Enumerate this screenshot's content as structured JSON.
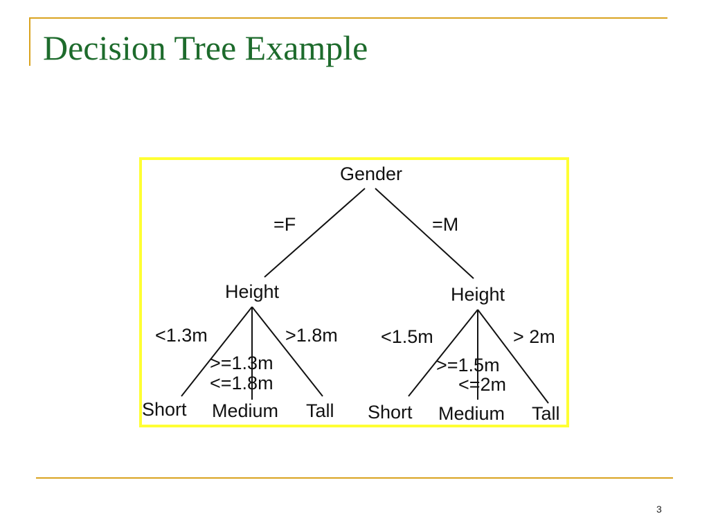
{
  "slide": {
    "title": "Decision Tree Example",
    "page_number": "3",
    "accent_color": "#d9a31f",
    "title_color": "#1d6b2c",
    "frame_color": "#ffff33"
  },
  "tree": {
    "root": "Gender",
    "left_branch": {
      "edge_label": "=F",
      "node": "Height",
      "children": [
        {
          "edge_label": "<1.3m",
          "leaf": "Short"
        },
        {
          "edge_label_line1": ">=1.3m",
          "edge_label_line2": "<=1.8m",
          "leaf": "Medium"
        },
        {
          "edge_label": ">1.8m",
          "leaf": "Tall"
        }
      ]
    },
    "right_branch": {
      "edge_label": "=M",
      "node": "Height",
      "children": [
        {
          "edge_label": "<1.5m",
          "leaf": "Short"
        },
        {
          "edge_label_line1": ">=1.5m",
          "edge_label_line2": "<=2m",
          "leaf": "Medium"
        },
        {
          "edge_label": "> 2m",
          "leaf": "Tall"
        }
      ]
    }
  }
}
